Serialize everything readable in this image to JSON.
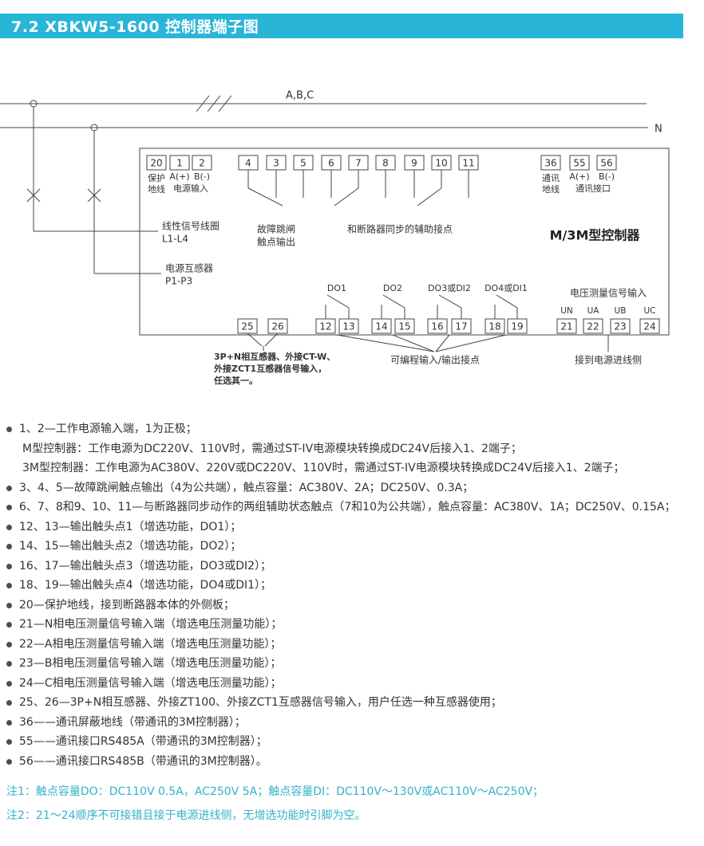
{
  "header": {
    "title": "7.2 XBKW5-1600 控制器端子图"
  },
  "colors": {
    "accent": "#29b5d8",
    "footnote": "#33b2c8"
  },
  "diagram": {
    "bus": {
      "abc": "A,B,C",
      "n": "N"
    },
    "terminals": {
      "top_left": [
        "20",
        "1",
        "2"
      ],
      "top_mid": [
        "4",
        "3",
        "5",
        "6",
        "7",
        "8",
        "9",
        "10",
        "11"
      ],
      "top_right": [
        "36",
        "55",
        "56"
      ],
      "bottom": [
        "25",
        "26",
        "12",
        "13",
        "14",
        "15",
        "16",
        "17",
        "18",
        "19",
        "21",
        "22",
        "23",
        "24"
      ]
    },
    "labels": {
      "protect_ground_line1": "保护",
      "protect_ground_line2": "地线",
      "a_plus": "A(+)",
      "b_minus": "B(-)",
      "power_input": "电源输入",
      "comm_ground_line1": "通讯",
      "comm_ground_line2": "地线",
      "comm_port": "通讯接口",
      "coil_line1": "线性信号线圈",
      "coil_line2": "L1-L4",
      "pt_line1": "电源互感器",
      "pt_line2": "P1-P3",
      "trip_line1": "故障跳闸",
      "trip_line2": "触点输出",
      "aux": "和断路器同步的辅助接点",
      "controller": "M/3M型控制器",
      "do1": "DO1",
      "do2": "DO2",
      "do3": "DO3或DI2",
      "do4": "DO4或DI1",
      "voltage_input": "电压测量信号输入",
      "un": "UN",
      "ua": "UA",
      "ub": "UB",
      "uc": "UC",
      "ct_note_line1": "3P+N相互感器、外接CT-W、",
      "ct_note_line2": "外接ZCT1互感器信号输入，",
      "ct_note_line3": "任选其一。",
      "programmable": "可编程输入/输出接点",
      "to_incoming_side": "接到电源进线侧"
    }
  },
  "notes": [
    "1、2—工作电源输入端，1为正极；",
    "M型控制器：工作电源为DC220V、110V时，需通过ST-IV电源模块转换成DC24V后接入1、2端子；",
    "3M型控制器：工作电源为AC380V、220V或DC220V、110V时，需通过ST-IV电源模块转换成DC24V后接入1、2端子；",
    "3、4、5—故障跳闸触点输出（4为公共端），触点容量：AC380V、2A；DC250V、0.3A；",
    "6、7、8和9、10、11—与断路器同步动作的两组辅助状态触点（7和10为公共端），触点容量：AC380V、1A；DC250V、0.15A；",
    "12、13—输出触头点1（增选功能，DO1）；",
    "14、15—输出触头点2（增选功能，DO2）；",
    "16、17—输出触头点3（增选功能，DO3或DI2）；",
    "18、19—输出触头点4（增选功能，DO4或DI1）；",
    "20—保护地线，接到断路器本体的外侧板；",
    "21—N相电压测量信号输入端（增选电压测量功能）；",
    "22—A相电压测量信号输入端（增选电压测量功能）；",
    "23—B相电压测量信号输入端（增选电压测量功能）；",
    "24—C相电压测量信号输入端（增选电压测量功能）；",
    "25、26—3P+N相互感器、外接ZT100、外接ZCT1互感器信号输入，用户任选一种互感器使用；",
    "36——通讯屏蔽地线（带通讯的3M控制器）；",
    "55——通讯接口RS485A（带通讯的3M控制器）；",
    "56——通讯接口RS485B（带通讯的3M控制器）。"
  ],
  "footnotes": [
    "注1：触点容量DO：DC110V 0.5A，AC250V 5A；触点容量DI：DC110V～130V或AC110V～AC250V；",
    "注2：21～24顺序不可接错且接于电源进线侧，无增选功能时引脚为空。"
  ]
}
